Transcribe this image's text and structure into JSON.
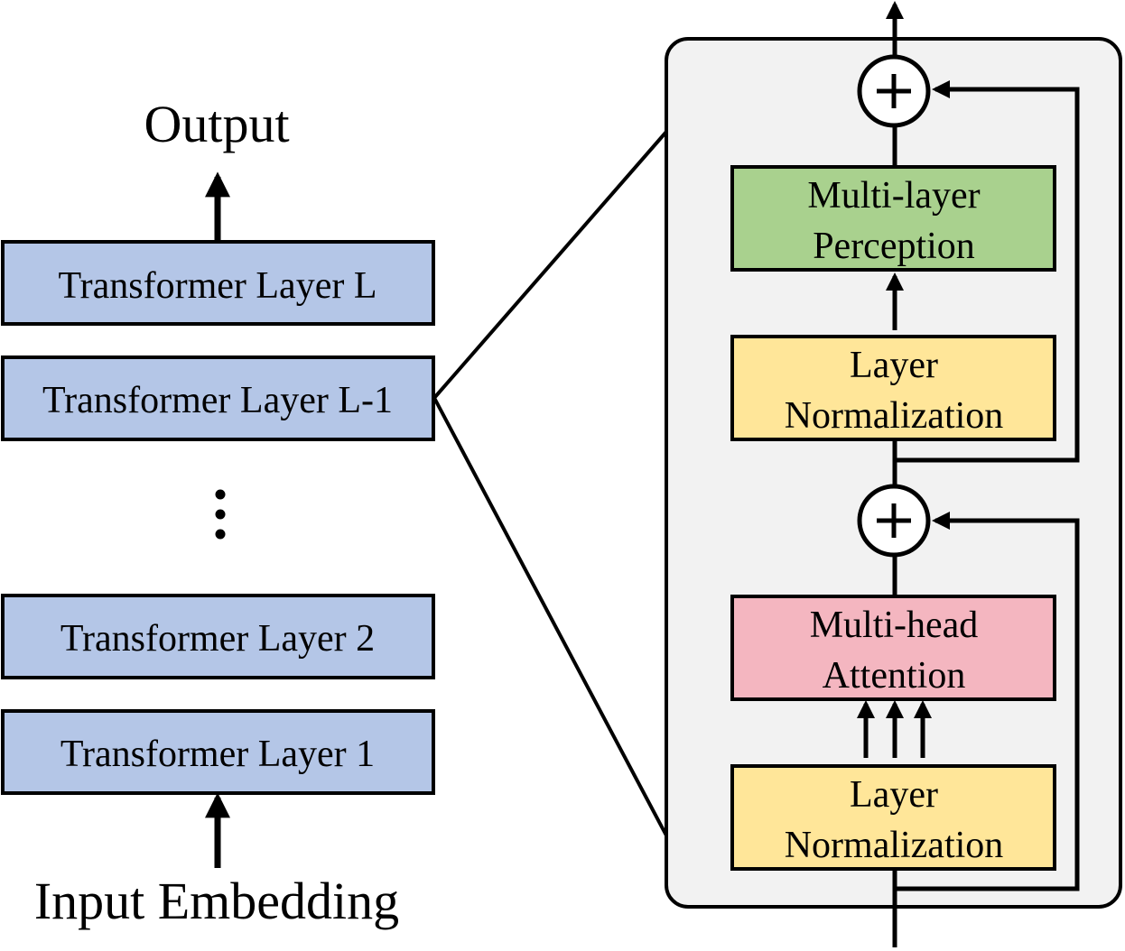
{
  "stack": {
    "output_label": "Output",
    "input_label": "Input Embedding",
    "ellipsis": "⋮",
    "layers": [
      {
        "label": "Transformer Layer L"
      },
      {
        "label": "Transformer Layer L-1"
      },
      {
        "label": "Transformer Layer 2"
      },
      {
        "label": "Transformer Layer 1"
      }
    ],
    "layer_color": "#b4c6e7"
  },
  "detail": {
    "background_color": "#f2f2f2",
    "plus_symbol": "+",
    "mlp": {
      "line1": "Multi-layer",
      "line2": "Perception",
      "color": "#a9d18e"
    },
    "norm_top": {
      "line1": "Layer",
      "line2": "Normalization",
      "color": "#ffe699"
    },
    "attention": {
      "line1": "Multi-head",
      "line2": "Attention",
      "color": "#f4b6c0"
    },
    "norm_bottom": {
      "line1": "Layer",
      "line2": "Normalization",
      "color": "#ffe699"
    }
  }
}
